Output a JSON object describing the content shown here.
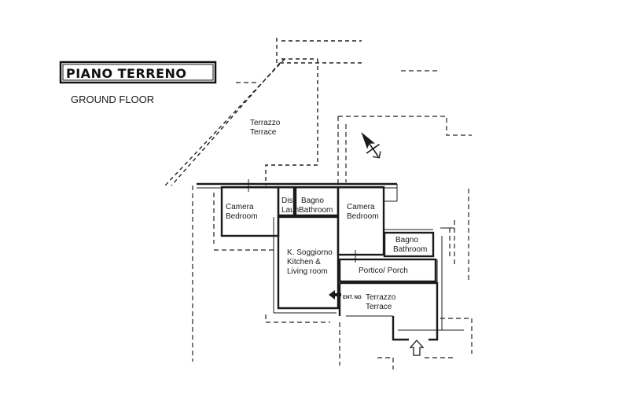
{
  "title": "PIANO TERRENO",
  "subtitle": "GROUND FLOOR",
  "rooms": {
    "terrazzo_top": {
      "it": "Terrazzo",
      "en": "Terrace"
    },
    "camera_left": {
      "it": "Camera",
      "en": "Bedroom"
    },
    "dis_laun": {
      "it": "Dis.",
      "en": "Laun"
    },
    "bagno_top": {
      "it": "Bagno",
      "en": "Bathroom"
    },
    "camera_right": {
      "it": "Camera",
      "en": "Bedroom"
    },
    "bagno_right": {
      "it": "Bagno",
      "en": "Bathroom"
    },
    "soggiorno": {
      "it": "K. Soggiorno",
      "en1": "Kitchen &",
      "en2": "Living room"
    },
    "portico": {
      "label": "Portico/ Porch"
    },
    "terrazzo_bottom": {
      "it": "Terrazzo",
      "en": "Terrace"
    }
  },
  "entrance_tag": "ENT. NO",
  "icons": {
    "compass": "north-arrow-icon",
    "entrance": "entrance-arrow-icon"
  }
}
